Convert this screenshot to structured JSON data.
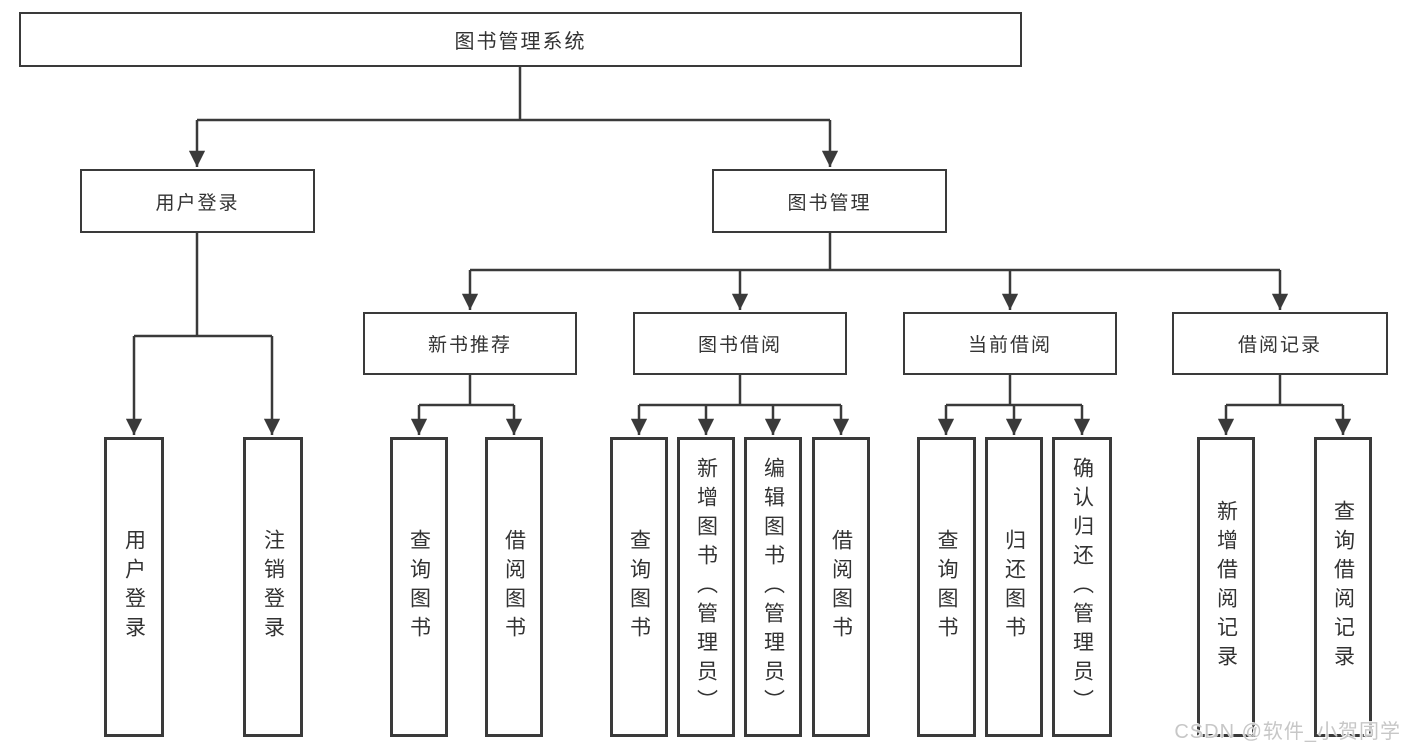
{
  "diagram": {
    "watermark": "CSDN @软件_小贺同学",
    "colors": {
      "line": "#3a3a3a",
      "text": "#333333",
      "background": "#ffffff"
    },
    "root": {
      "label": "图书管理系统"
    },
    "branches": [
      {
        "label": "用户登录",
        "children": [
          {
            "label": "用户登录"
          },
          {
            "label": "注销登录"
          }
        ]
      },
      {
        "label": "图书管理",
        "children": [
          {
            "label": "新书推荐",
            "children": [
              {
                "label": "查询图书"
              },
              {
                "label": "借阅图书"
              }
            ]
          },
          {
            "label": "图书借阅",
            "children": [
              {
                "label": "查询图书"
              },
              {
                "label": "新增图书（管理员）"
              },
              {
                "label": "编辑图书（管理员）"
              },
              {
                "label": "借阅图书"
              }
            ]
          },
          {
            "label": "当前借阅",
            "children": [
              {
                "label": "查询图书"
              },
              {
                "label": "归还图书"
              },
              {
                "label": "确认归还（管理员）"
              }
            ]
          },
          {
            "label": "借阅记录",
            "children": [
              {
                "label": "新增借阅记录"
              },
              {
                "label": "查询借阅记录"
              }
            ]
          }
        ]
      }
    ]
  }
}
